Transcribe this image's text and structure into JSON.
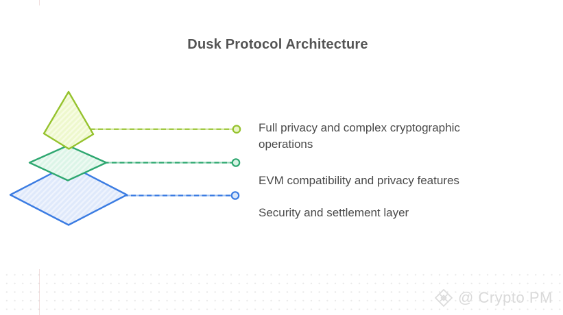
{
  "title": "Dusk Protocol Architecture",
  "title_color": "#545454",
  "text_color": "#4a4a4a",
  "layers": [
    {
      "id": "privacy-layer",
      "label": "Full privacy and complex cryptographic operations",
      "stroke": "#95c22d",
      "fill": "#eef8cd",
      "hatch": "#f7fce3",
      "line_tint": "#cde491",
      "dot_fill": "#eaf6c6"
    },
    {
      "id": "evm-layer",
      "label": "EVM compatibility and privacy features",
      "stroke": "#2ea770",
      "fill": "#dcf5e8",
      "hatch": "#edfaf2",
      "line_tint": "#93d6b6",
      "dot_fill": "#d7f3e4"
    },
    {
      "id": "settlement-layer",
      "label": "Security and settlement layer",
      "stroke": "#3b7ce2",
      "fill": "#dfe9fb",
      "hatch": "#eef3fd",
      "line_tint": "#a3c3f2",
      "dot_fill": "#d9e7fa"
    }
  ],
  "watermark": {
    "text": "@ Crypto PM",
    "color": "#dcdcdc",
    "icon": "binance-diamond-icon"
  }
}
